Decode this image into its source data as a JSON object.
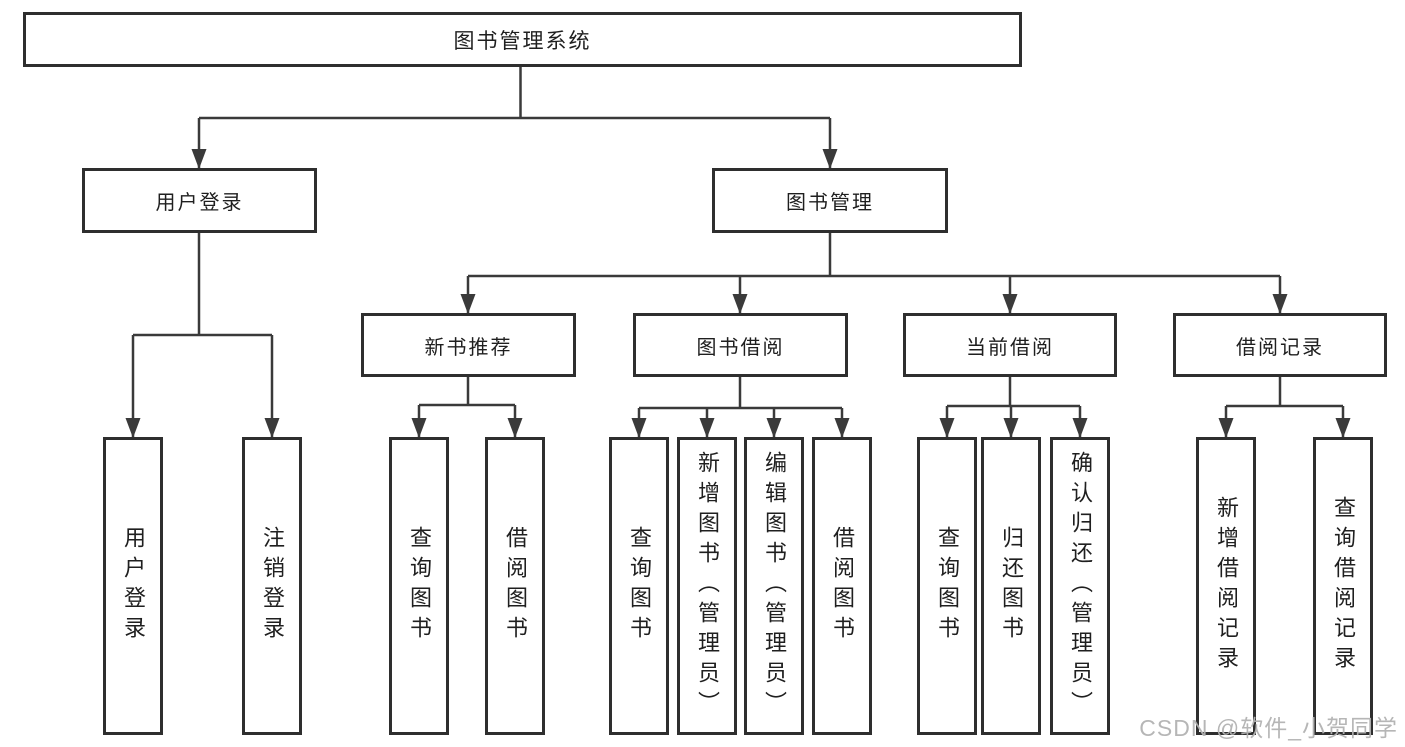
{
  "nodes": {
    "root": {
      "label": "图书管理系统"
    },
    "user_login": {
      "label": "用户登录"
    },
    "book_management": {
      "label": "图书管理"
    },
    "new_book_recommend": {
      "label": "新书推荐"
    },
    "book_borrowing": {
      "label": "图书借阅"
    },
    "current_borrowing": {
      "label": "当前借阅"
    },
    "borrowing_records": {
      "label": "借阅记录"
    },
    "leaf_user_login": {
      "label": "用户登录"
    },
    "leaf_logout": {
      "label": "注销登录"
    },
    "leaf_nbr_query_books": {
      "label": "查询图书"
    },
    "leaf_nbr_borrow_books": {
      "label": "借阅图书"
    },
    "leaf_bb_query_books": {
      "label": "查询图书"
    },
    "leaf_bb_add_books": {
      "label": "新增图书（管理员）"
    },
    "leaf_bb_edit_books": {
      "label": "编辑图书（管理员）"
    },
    "leaf_bb_borrow_books": {
      "label": "借阅图书"
    },
    "leaf_cb_query_books": {
      "label": "查询图书"
    },
    "leaf_cb_return_books": {
      "label": "归还图书"
    },
    "leaf_cb_confirm_return": {
      "label": "确认归还（管理员）"
    },
    "leaf_br_add_record": {
      "label": "新增借阅记录"
    },
    "leaf_br_query_record": {
      "label": "查询借阅记录"
    }
  },
  "watermark": {
    "text": "CSDN @软件_小贺同学"
  },
  "colors": {
    "line": "#3a3a3a",
    "box_border": "#2e2e2e",
    "text": "#1f1f1f",
    "watermark": "#b2b2b2",
    "background": "#ffffff"
  }
}
